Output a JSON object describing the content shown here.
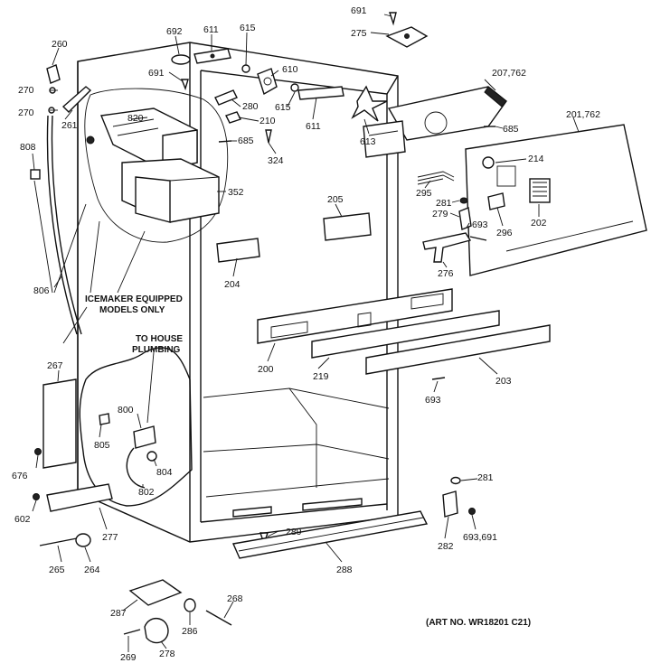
{
  "labels": {
    "l691a": "691",
    "l275": "275",
    "l692": "692",
    "l611a": "611",
    "l615a": "615",
    "l260": "260",
    "l691b": "691",
    "l610": "610",
    "l207": "207,762",
    "l270a": "270",
    "l270b": "270",
    "l261": "261",
    "l280": "280",
    "l615b": "615",
    "l820": "820",
    "l210": "210",
    "l611b": "611",
    "l685a": "685",
    "l201": "201,762",
    "l613": "613",
    "l324": "324",
    "l808": "808",
    "l685b": "685",
    "l214": "214",
    "l352": "352",
    "l295": "295",
    "l281a": "281",
    "l205": "205",
    "l279": "279",
    "l693a": "693",
    "l296": "296",
    "l202": "202",
    "l204": "204",
    "l276": "276",
    "l806": "806",
    "l200": "200",
    "l219": "219",
    "l203": "203",
    "l267": "267",
    "l693b": "693",
    "l800": "800",
    "l805": "805",
    "l804": "804",
    "l802": "802",
    "l676": "676",
    "l281b": "281",
    "l602": "602",
    "l277": "277",
    "l289": "289",
    "l282": "282",
    "l693c": "693,691",
    "l265": "265",
    "l264": "264",
    "l288": "288",
    "l287": "287",
    "l268": "268",
    "l286": "286",
    "l269": "269",
    "l278": "278"
  },
  "notes": {
    "icemaker_line1": "ICEMAKER EQUIPPED",
    "icemaker_line2": "MODELS ONLY",
    "plumbing_line1": "TO HOUSE",
    "plumbing_line2": "PLUMBING",
    "art_no": "(ART NO. WR18201 C21)"
  }
}
